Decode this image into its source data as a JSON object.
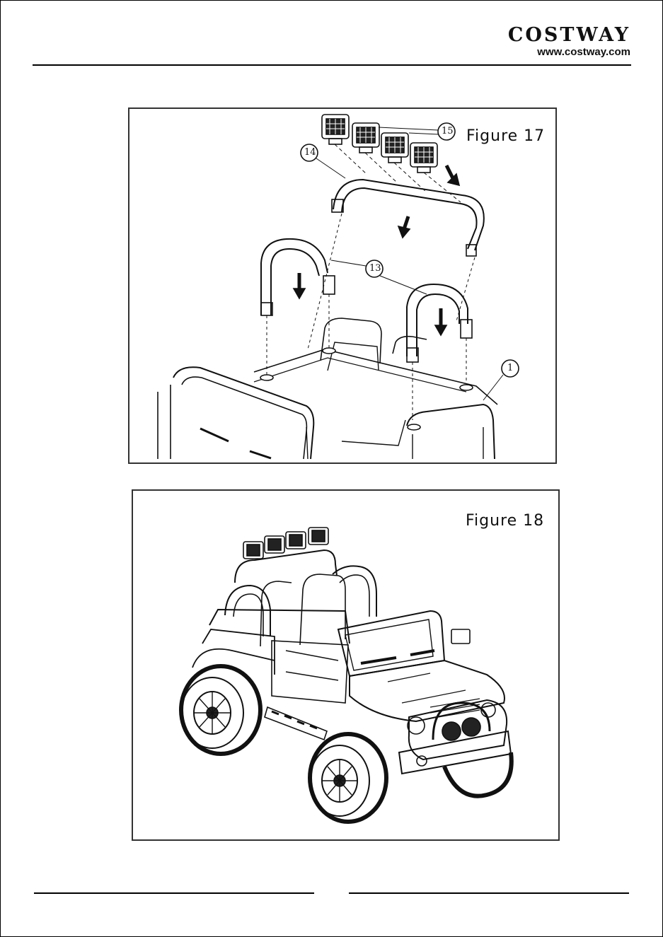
{
  "header": {
    "brand_name": "COSTWAY",
    "brand_url": "www.costway.com"
  },
  "figure17": {
    "label": "Figure 17",
    "callouts": {
      "c15": "15",
      "c14": "14",
      "c13": "13",
      "c1": "1"
    }
  },
  "figure18": {
    "label": "Figure 18"
  }
}
